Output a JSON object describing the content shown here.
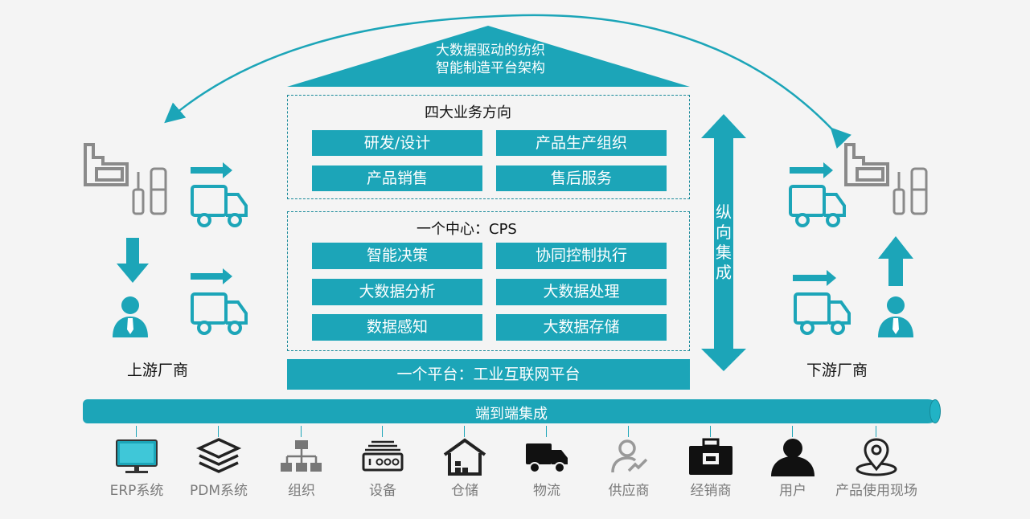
{
  "roof": {
    "line1": "大数据驱动的纺织",
    "line2": "智能制造平台架构"
  },
  "business": {
    "title": "四大业务方向",
    "items": [
      "研发/设计",
      "产品生产组织",
      "产品销售",
      "售后服务"
    ]
  },
  "center": {
    "title": "一个中心：CPS",
    "items": [
      "智能决策",
      "协同控制执行",
      "大数据分析",
      "大数据处理",
      "数据感知",
      "大数据存储"
    ]
  },
  "platform": {
    "label": "一个平台：工业互联网平台"
  },
  "vertical": {
    "chars": [
      "纵",
      "向",
      "集",
      "成"
    ]
  },
  "upstream": {
    "label": "上游厂商"
  },
  "downstream": {
    "label": "下游厂商"
  },
  "e2e": {
    "label": "端到端集成"
  },
  "bottom_items": [
    {
      "label": "ERP系统",
      "icon": "monitor-icon"
    },
    {
      "label": "PDM系统",
      "icon": "layers-icon"
    },
    {
      "label": "组织",
      "icon": "org-chart-icon"
    },
    {
      "label": "设备",
      "icon": "device-icon"
    },
    {
      "label": "仓储",
      "icon": "warehouse-icon"
    },
    {
      "label": "物流",
      "icon": "truck-icon"
    },
    {
      "label": "供应商",
      "icon": "supplier-icon"
    },
    {
      "label": "经销商",
      "icon": "briefcase-icon"
    },
    {
      "label": "用户",
      "icon": "user-icon"
    },
    {
      "label": "产品使用现场",
      "icon": "location-icon"
    }
  ],
  "colors": {
    "teal": "#1ca5b8",
    "gray_icon": "#7a7a7a",
    "dark_icon": "#111111"
  }
}
